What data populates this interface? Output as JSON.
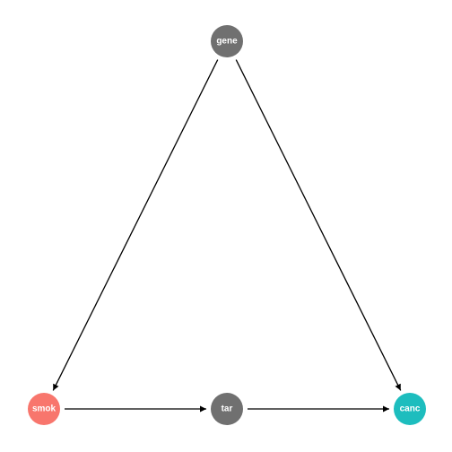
{
  "diagram": {
    "type": "directed-acyclic-graph",
    "nodes": [
      {
        "id": "gene",
        "label": "gene",
        "color": "#707070"
      },
      {
        "id": "smok",
        "label": "smok",
        "color": "#F8766D"
      },
      {
        "id": "tar",
        "label": "tar",
        "color": "#707070"
      },
      {
        "id": "canc",
        "label": "canc",
        "color": "#1DBDBE"
      }
    ],
    "edges": [
      {
        "from": "gene",
        "to": "smok"
      },
      {
        "from": "gene",
        "to": "canc"
      },
      {
        "from": "smok",
        "to": "tar"
      },
      {
        "from": "tar",
        "to": "canc"
      }
    ],
    "edge_color": "#000000",
    "background": "#FFFFFF"
  }
}
